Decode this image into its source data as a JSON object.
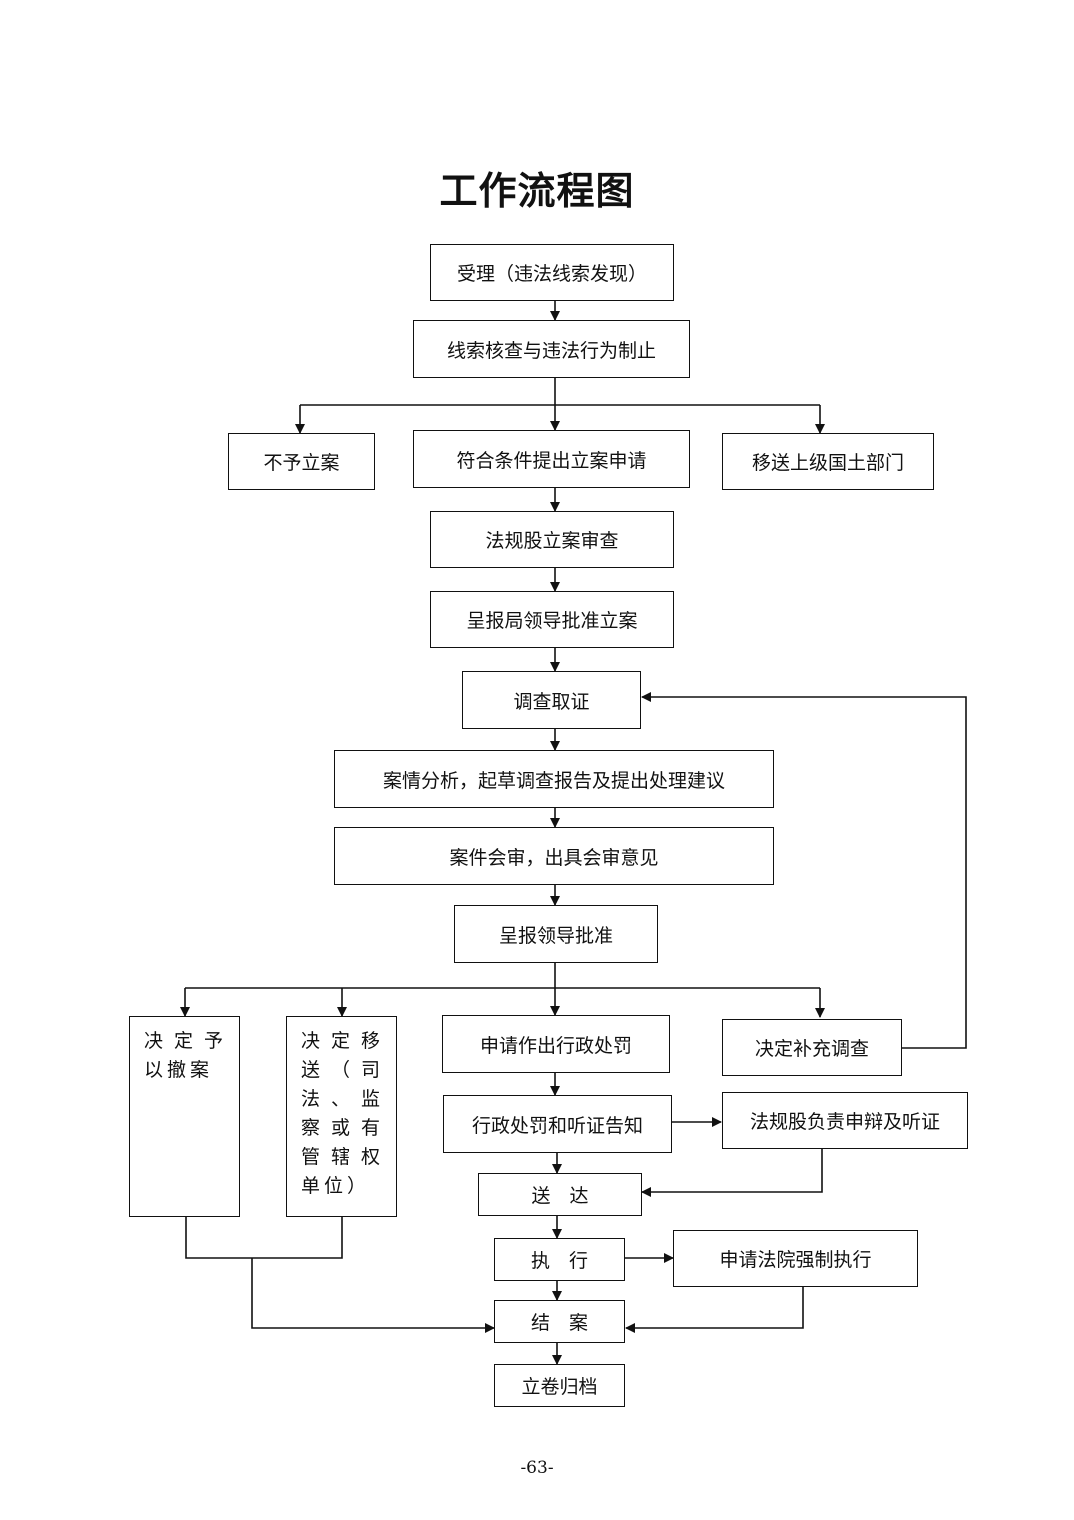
{
  "title": "工作流程图",
  "page_number": "-63-",
  "nodes": {
    "accept": "受理（违法线索发现）",
    "verify": "线索核查与违法行为制止",
    "no_case": "不予立案",
    "apply_case": "符合条件提出立案申请",
    "transfer_upper": "移送上级国土部门",
    "legal_review": "法规股立案审查",
    "report_approve_case": "呈报局领导批准立案",
    "investigate": "调查取证",
    "analysis": "案情分析，起草调查报告及提出处理建议",
    "case_review": "案件会审，出具会审意见",
    "report_approve": "呈报领导批准",
    "withdraw": "决定予以撤案",
    "transfer_other": "决定移送（司法、监察或有管辖权单位）",
    "apply_penalty": "申请作出行政处罚",
    "supplement": "决定补充调查",
    "notify": "行政处罚和听证告知",
    "hearing": "法规股负责申辩及听证",
    "deliver": "送　达",
    "execute": "执　行",
    "court_enforce": "申请法院强制执行",
    "close_case": "结　案",
    "archive": "立卷归档"
  }
}
